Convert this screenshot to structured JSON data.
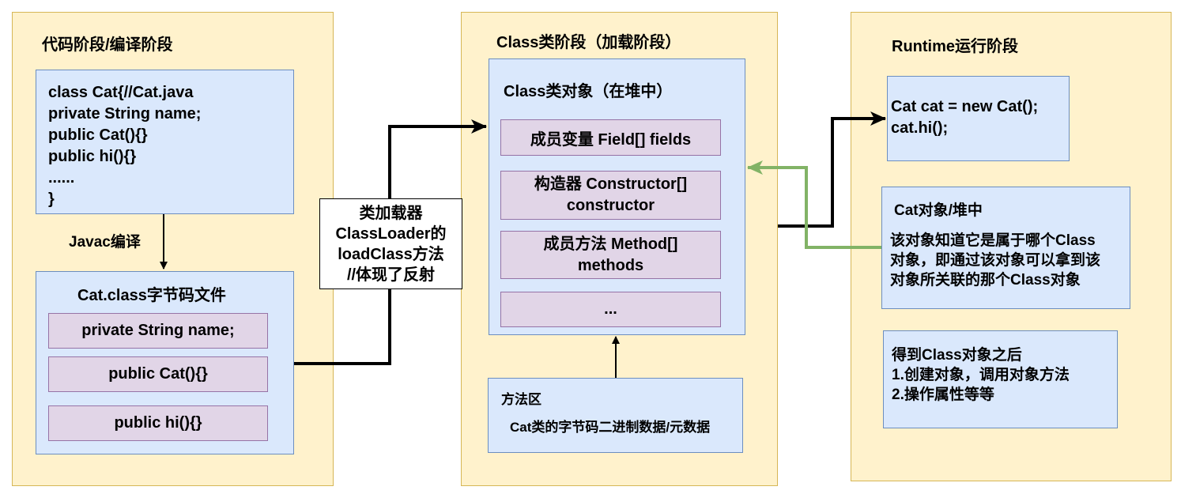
{
  "stage_compile": {
    "title": "代码阶段/编译阶段",
    "source_code": "class Cat{//Cat.java\nprivate String name;\npublic Cat(){}\npublic hi(){}\n......\n}",
    "compile_label": "Javac编译",
    "bytecode_title": "Cat.class字节码文件",
    "bytecode_items": [
      "private String name;",
      "public Cat(){}",
      "public hi(){}"
    ]
  },
  "classloader": {
    "label": "类加载器\nClassLoader的\nloadClass方法\n//体现了反射"
  },
  "stage_class": {
    "title": "Class类阶段（加载阶段）",
    "object_title": "Class类对象（在堆中）",
    "members": [
      "成员变量 Field[] fields",
      "构造器 Constructor[]\nconstructor",
      "成员方法 Method[]\nmethods",
      "..."
    ],
    "method_area_title": "方法区",
    "method_area_desc": "Cat类的字节码二进制数据/元数据"
  },
  "stage_runtime": {
    "title": "Runtime运行阶段",
    "code": "Cat cat = new Cat();\ncat.hi();",
    "object_title": "Cat对象/堆中",
    "object_desc": "该对象知道它是属于哪个Class\n对象，即通过该对象可以拿到该\n对象所关联的那个Class对象",
    "after_text": "得到Class对象之后\n1.创建对象，调用对象方法\n2.操作属性等等"
  },
  "colors": {
    "stage_fill": "#fff2cc",
    "stage_border": "#d6b656",
    "blue_fill": "#dae8fc",
    "blue_border": "#6c8ebf",
    "purple_fill": "#e1d5e7",
    "purple_border": "#9673a6",
    "green_arrow": "#82b366",
    "black_arrow": "#000000"
  }
}
